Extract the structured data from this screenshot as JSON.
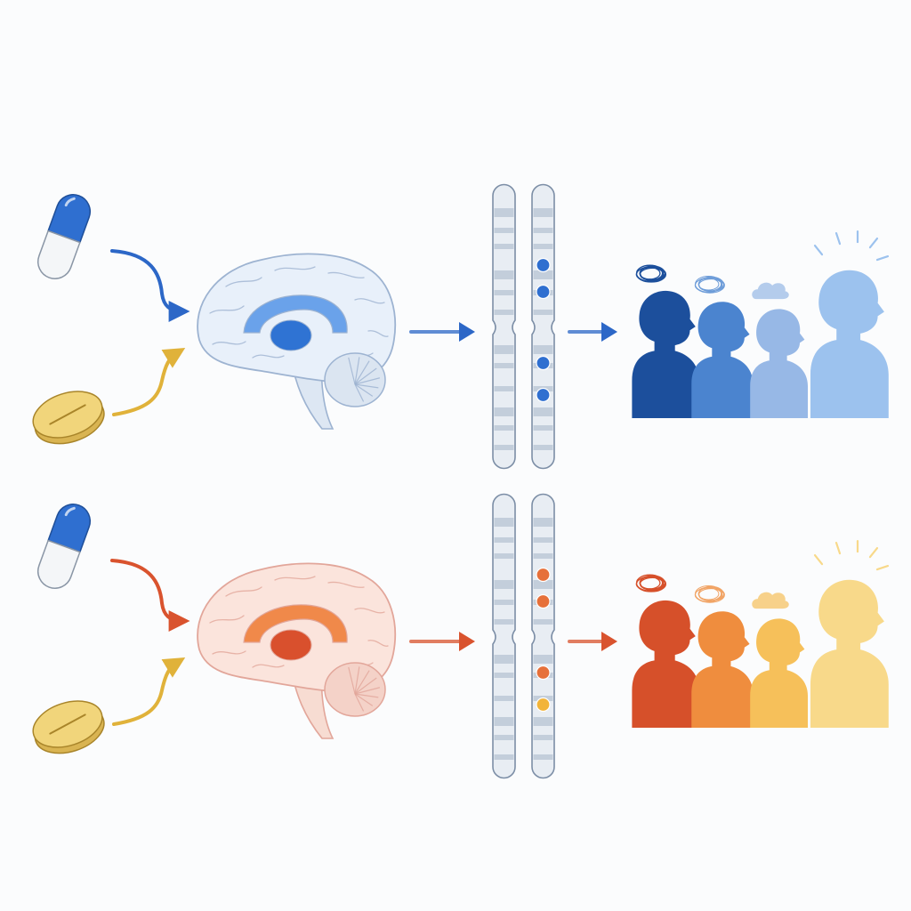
{
  "diagram": {
    "layout": "two-rows-left-to-right",
    "has_visible_text": false,
    "colors": {
      "background": "#fbfcfd",
      "capsule_blue": "#2f6fd0",
      "capsule_white": "#f4f6f8",
      "tablet_yellow": "#f1d57b",
      "tablet_outline": "#a9852a",
      "arrow_yellow": "#e0b23a",
      "chromosome_fill": "#e8edf3",
      "chromosome_band": "#b7c3d3",
      "chromosome_outline": "#7c8ea6"
    },
    "rows": [
      {
        "id": "blue",
        "theme": "blue",
        "drugs": [
          {
            "icon": "capsule-icon"
          },
          {
            "icon": "tablet-icon"
          }
        ],
        "brain": {
          "icon": "brain-icon",
          "fill": "#e8f0fa",
          "outline": "#9db3d1",
          "limbic_outer": "#6aa2ea",
          "limbic_core": "#2f73d3",
          "stem": "#dde7f3",
          "cerebellum": "#dbe5f1"
        },
        "arrow_color": "#2c67c7",
        "chromosome_markers": [
          "#2f6fd0",
          "#2f6fd0",
          "#2f6fd0",
          "#2f6fd0"
        ],
        "figures": [
          {
            "color": "#1c4f9c",
            "mood": "scribble-cloud"
          },
          {
            "color": "#4b84cf",
            "mood": "light-scribble-cloud"
          },
          {
            "color": "#97b8e6",
            "mood": "small-cloud"
          },
          {
            "color": "#9cc2ee",
            "mood": "radiance"
          }
        ]
      },
      {
        "id": "orange",
        "theme": "orange",
        "drugs": [
          {
            "icon": "capsule-icon"
          },
          {
            "icon": "tablet-icon"
          }
        ],
        "brain": {
          "icon": "brain-icon",
          "fill": "#fbe4dc",
          "outline": "#e2a69a",
          "limbic_outer": "#f0894a",
          "limbic_core": "#d9502d",
          "stem": "#f7dcd2",
          "cerebellum": "#f4d2c8"
        },
        "arrow_color": "#d9532e",
        "chromosome_markers": [
          "#e6703a",
          "#e6703a",
          "#e6703a",
          "#f2b43a"
        ],
        "figures": [
          {
            "color": "#d6502a",
            "mood": "scribble-cloud"
          },
          {
            "color": "#ef8d3e",
            "mood": "light-scribble-cloud"
          },
          {
            "color": "#f6c05a",
            "mood": "small-cloud"
          },
          {
            "color": "#f8d98a",
            "mood": "radiance"
          }
        ]
      }
    ]
  }
}
